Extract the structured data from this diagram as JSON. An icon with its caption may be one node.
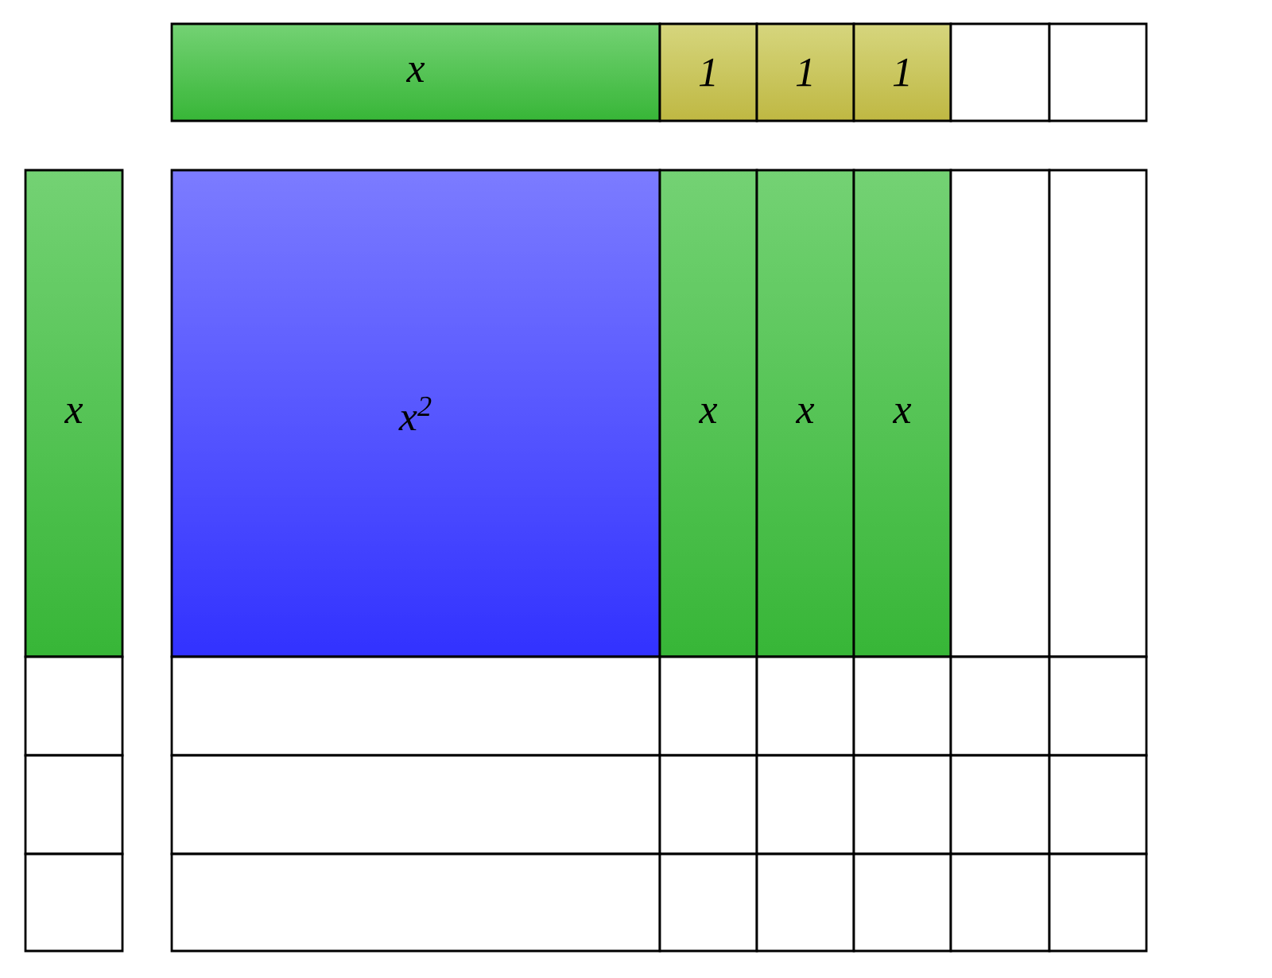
{
  "diagram": {
    "nodes": [
      {
        "text": [
          "x"
        ]
      },
      {
        "text": [
          "1"
        ]
      },
      {
        "text": [
          "1"
        ]
      },
      {
        "text": [
          "1"
        ]
      },
      {
        "text": [],
        "shape": "box"
      },
      {
        "text": [],
        "shape": "box"
      },
      {
        "text": [
          "x"
        ]
      },
      {
        "text": [
          "x$^{2}$"
        ]
      },
      {
        "text": [
          "x"
        ]
      },
      {
        "text": [
          "x"
        ]
      },
      {
        "text": [
          "x"
        ]
      },
      {
        "text": [],
        "shape": "box"
      },
      {
        "text": [],
        "shape": "box"
      },
      {
        "text": [],
        "shape": "box"
      },
      {
        "text": [],
        "shape": "box"
      },
      {
        "text": [],
        "shape": "box"
      },
      {
        "text": [],
        "shape": "box"
      },
      {
        "text": [],
        "shape": "box"
      },
      {
        "text": [],
        "shape": "box"
      },
      {
        "text": [],
        "shape": "box"
      },
      {
        "text": [],
        "shape": "box"
      },
      {
        "text": [],
        "shape": "box"
      },
      {
        "text": [],
        "shape": "box"
      },
      {
        "text": [],
        "shape": "box"
      },
      {
        "text": [],
        "shape": "box"
      },
      {
        "text": [],
        "shape": "box"
      },
      {
        "text": [],
        "shape": "box"
      },
      {
        "text": [],
        "shape": "box"
      },
      {
        "text": [],
        "shape": "box"
      },
      {
        "text": [],
        "shape": "box"
      },
      {
        "text": [],
        "shape": "box"
      },
      {
        "text": [],
        "shape": "box"
      },
      {
        "text": [],
        "shape": "box"
      },
      {
        "text": [],
        "shape": "box"
      }
    ]
  }
}
